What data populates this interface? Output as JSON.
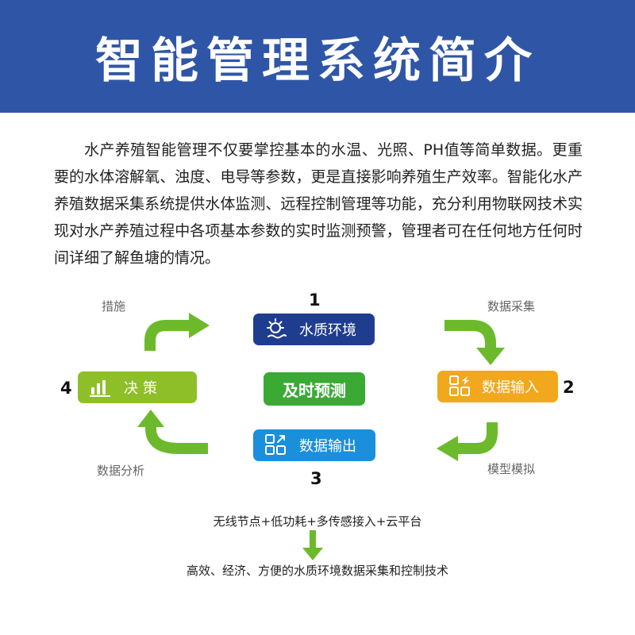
{
  "header": {
    "title": "智能管理系统简介"
  },
  "intro": {
    "text": "水产养殖智能管理不仅要掌控基本的水温、光照、PH值等简单数据。更重要的水体溶解氧、浊度、电导等参数，更是直接影响养殖生产效率。智能化水产养殖数据采集系统提供水体监测、远程控制管理等功能，充分利用物联网技术实现对水产养殖过程中各项基本参数的实时监测预警，管理者可在任何地方任何时间详细了解鱼塘的情况。"
  },
  "cycle": {
    "center": "及时预测",
    "steps": [
      {
        "number": "1",
        "label": "水质环境",
        "icon": "sun-water-icon",
        "color": "#1f3d8f"
      },
      {
        "number": "2",
        "label": "数据输入",
        "icon": "grid-input-icon",
        "color": "#f2a81d"
      },
      {
        "number": "3",
        "label": "数据输出",
        "icon": "grid-output-icon",
        "color": "#1a8fdc"
      },
      {
        "number": "4",
        "label": "决策",
        "icon": "bar-chart-icon",
        "color": "#8ebf28"
      }
    ],
    "transitions": {
      "top_right": "数据采集",
      "bottom_right": "模型模拟",
      "bottom_left": "数据分析",
      "top_left": "措施"
    },
    "arrow_color": "#6cba2c"
  },
  "bottom": {
    "line1": "无线节点+低功耗+多传感接入+云平台",
    "line2": "高效、经济、方便的水质环境数据采集和控制技术"
  }
}
